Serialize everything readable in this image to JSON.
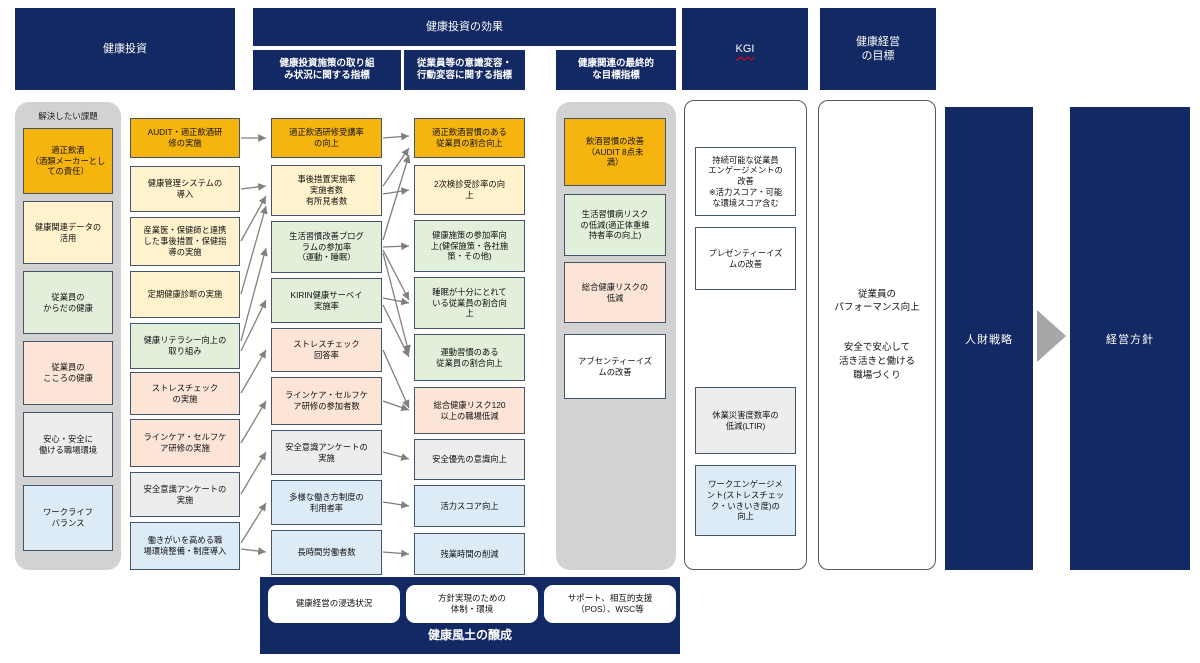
{
  "palette": {
    "navy": "#132963",
    "orange": "#F6B40E",
    "cream": "#FFF2CC",
    "green": "#E2EFDA",
    "peach": "#FCE4D6",
    "gray_box": "#EDEDED",
    "blue": "#DDEBF7",
    "container_gray": "#D2D2D2",
    "arrow_gray": "#808080",
    "kgi_underline_red": "#FF0000"
  },
  "headers": {
    "investment": "健康投資",
    "effect": "健康投資の効果",
    "effect_sub1": "健康投資施策の取り組\nみ状況に関する指標",
    "effect_sub2": "従業員等の意識変容・\n行動変容に関する指標",
    "final_target": "健康関連の最終的\nな目標指標",
    "kgi": "KGI",
    "goal": "健康経営\nの目標"
  },
  "issues": {
    "label": "解決したい課題",
    "items": [
      {
        "label": "適正飲酒\n（酒類メーカーとし\nての責任）",
        "color": "orange"
      },
      {
        "label": "健康関連データの\n活用",
        "color": "cream"
      },
      {
        "label": "従業員の\nからだの健康",
        "color": "green"
      },
      {
        "label": "従業員の\nこころの健康",
        "color": "peach"
      },
      {
        "label": "安心・安全に\n働ける職場環境",
        "color": "gray"
      },
      {
        "label": "ワークライフ\nバランス",
        "color": "blue"
      }
    ]
  },
  "investment_actions": [
    "AUDIT・適正飲酒研\n修の実施",
    "健康管理システムの\n導入",
    "産業医・保健師と連携\nした事後措置・保健指\n導の実施",
    "定期健康診断の実施",
    "健康リテラシー向上の\n取り組み",
    "ストレスチェック\nの実施",
    "ラインケア・セルフケ\nア研修の実施",
    "安全意識アンケートの\n実施",
    "働きがいを高める職\n場環境整備・制度導入"
  ],
  "process_indicators": [
    "適正飲酒研修受講率\nの向上",
    "事後措置実施率\n実施者数\n有所見者数",
    "生活習慣改善プログ\nラムの参加率\n（運動・睡眠）",
    "KIRIN健康サーベイ\n実施率",
    "ストレスチェック\n回答率",
    "ラインケア・セルフケ\nア研修の参加者数",
    "安全意識アンケートの\n実施",
    "多様な働き方制度の\n利用者率",
    "長時間労働者数"
  ],
  "behavior_indicators": [
    "適正飲酒習慣のある\n従業員の割合向上",
    "2次検診受診率の向\n上",
    "健康施策の参加率向\n上(健保施策・各社施\n策・その他)",
    "睡眠が十分にとれて\nいる従業員の割合向\n上",
    "運動習慣のある\n従業員の割合向上",
    "総合健康リスク120\n以上の職場低減",
    "安全優先の意識向上",
    "活力スコア向上",
    "残業時間の削減"
  ],
  "final_indicators": [
    {
      "label": "飲酒習慣の改善\n（AUDIT 8点未\n満）",
      "color": "orange"
    },
    {
      "label": "生活習慣病リスク\nの低減(適正体重維\n持者率の向上)",
      "color": "green"
    },
    {
      "label": "総合健康リスクの\n低減",
      "color": "peach"
    },
    {
      "label": "アブセンティーイズ\nムの改善",
      "color": "white"
    }
  ],
  "kgi_items": [
    {
      "label": "持続可能な従業員\nエンゲージメントの\n改善\n※活力スコア・可能\nな環境スコア含む",
      "color": "white"
    },
    {
      "label": "プレゼンティーイズ\nムの改善",
      "color": "white"
    },
    {
      "label": "休業災害度数率の\n低減(LTIR)",
      "color": "gray"
    },
    {
      "label": "ワークエンゲージメ\nント(ストレスチェッ\nク・いきいき度)の\n向上",
      "color": "blue"
    }
  ],
  "goal_box": {
    "line1": "従業員の\nパフォーマンス向上",
    "line2": "安全で安心して\n活き活きと働ける\n職場づくり"
  },
  "hr_strategy": "人財戦略",
  "management_policy": "経営方針",
  "culture": {
    "title": "健康風土の醸成",
    "items": [
      "健康経営の浸透状況",
      "方針実現のための\n体制・環境",
      "サポート、相互的支援\n（POS）、WSC等"
    ]
  }
}
